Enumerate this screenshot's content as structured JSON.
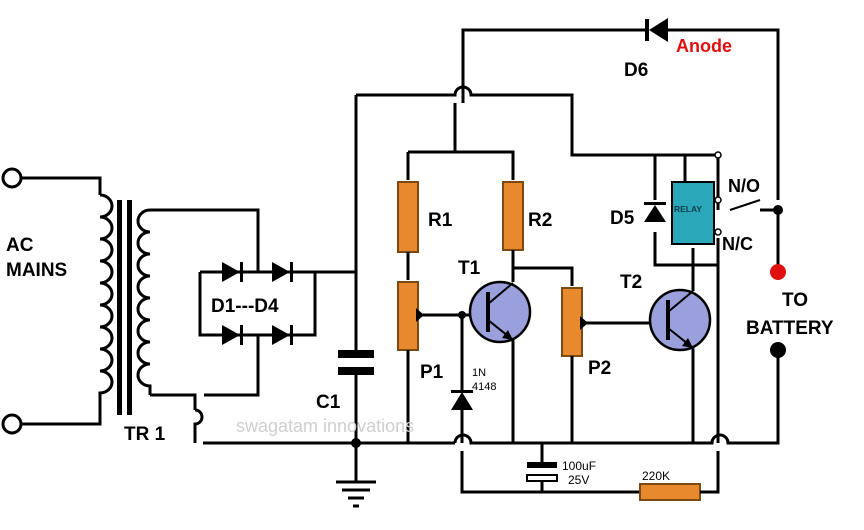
{
  "labels": {
    "ac_mains_line1": "AC",
    "ac_mains_line2": "MAINS",
    "transformer": "TR 1",
    "bridge": "D1---D4",
    "c1": "C1",
    "r1": "R1",
    "r2": "R2",
    "p1": "P1",
    "p2": "P2",
    "t1": "T1",
    "t2": "T2",
    "d5": "D5",
    "d6": "D6",
    "anode": "Anode",
    "relay": "RELAY",
    "no": "N/O",
    "nc": "N/C",
    "to_battery_line1": "TO",
    "to_battery_line2": "BATTERY",
    "diode_1n_line1": "1N",
    "diode_1n_line2": "4148",
    "cap_value_line1": "100uF",
    "cap_value_line2": "25V",
    "resistor_220k": "220K",
    "watermark": "swagatam innovations"
  },
  "colors": {
    "wire": "#000000",
    "resistor_fill": "#e8892e",
    "resistor_stroke": "#7a4a12",
    "transistor_fill": "#9aa0dc",
    "relay_fill": "#2aa7b8",
    "battery_positive": "#e01010",
    "anode_text": "#e01010"
  }
}
